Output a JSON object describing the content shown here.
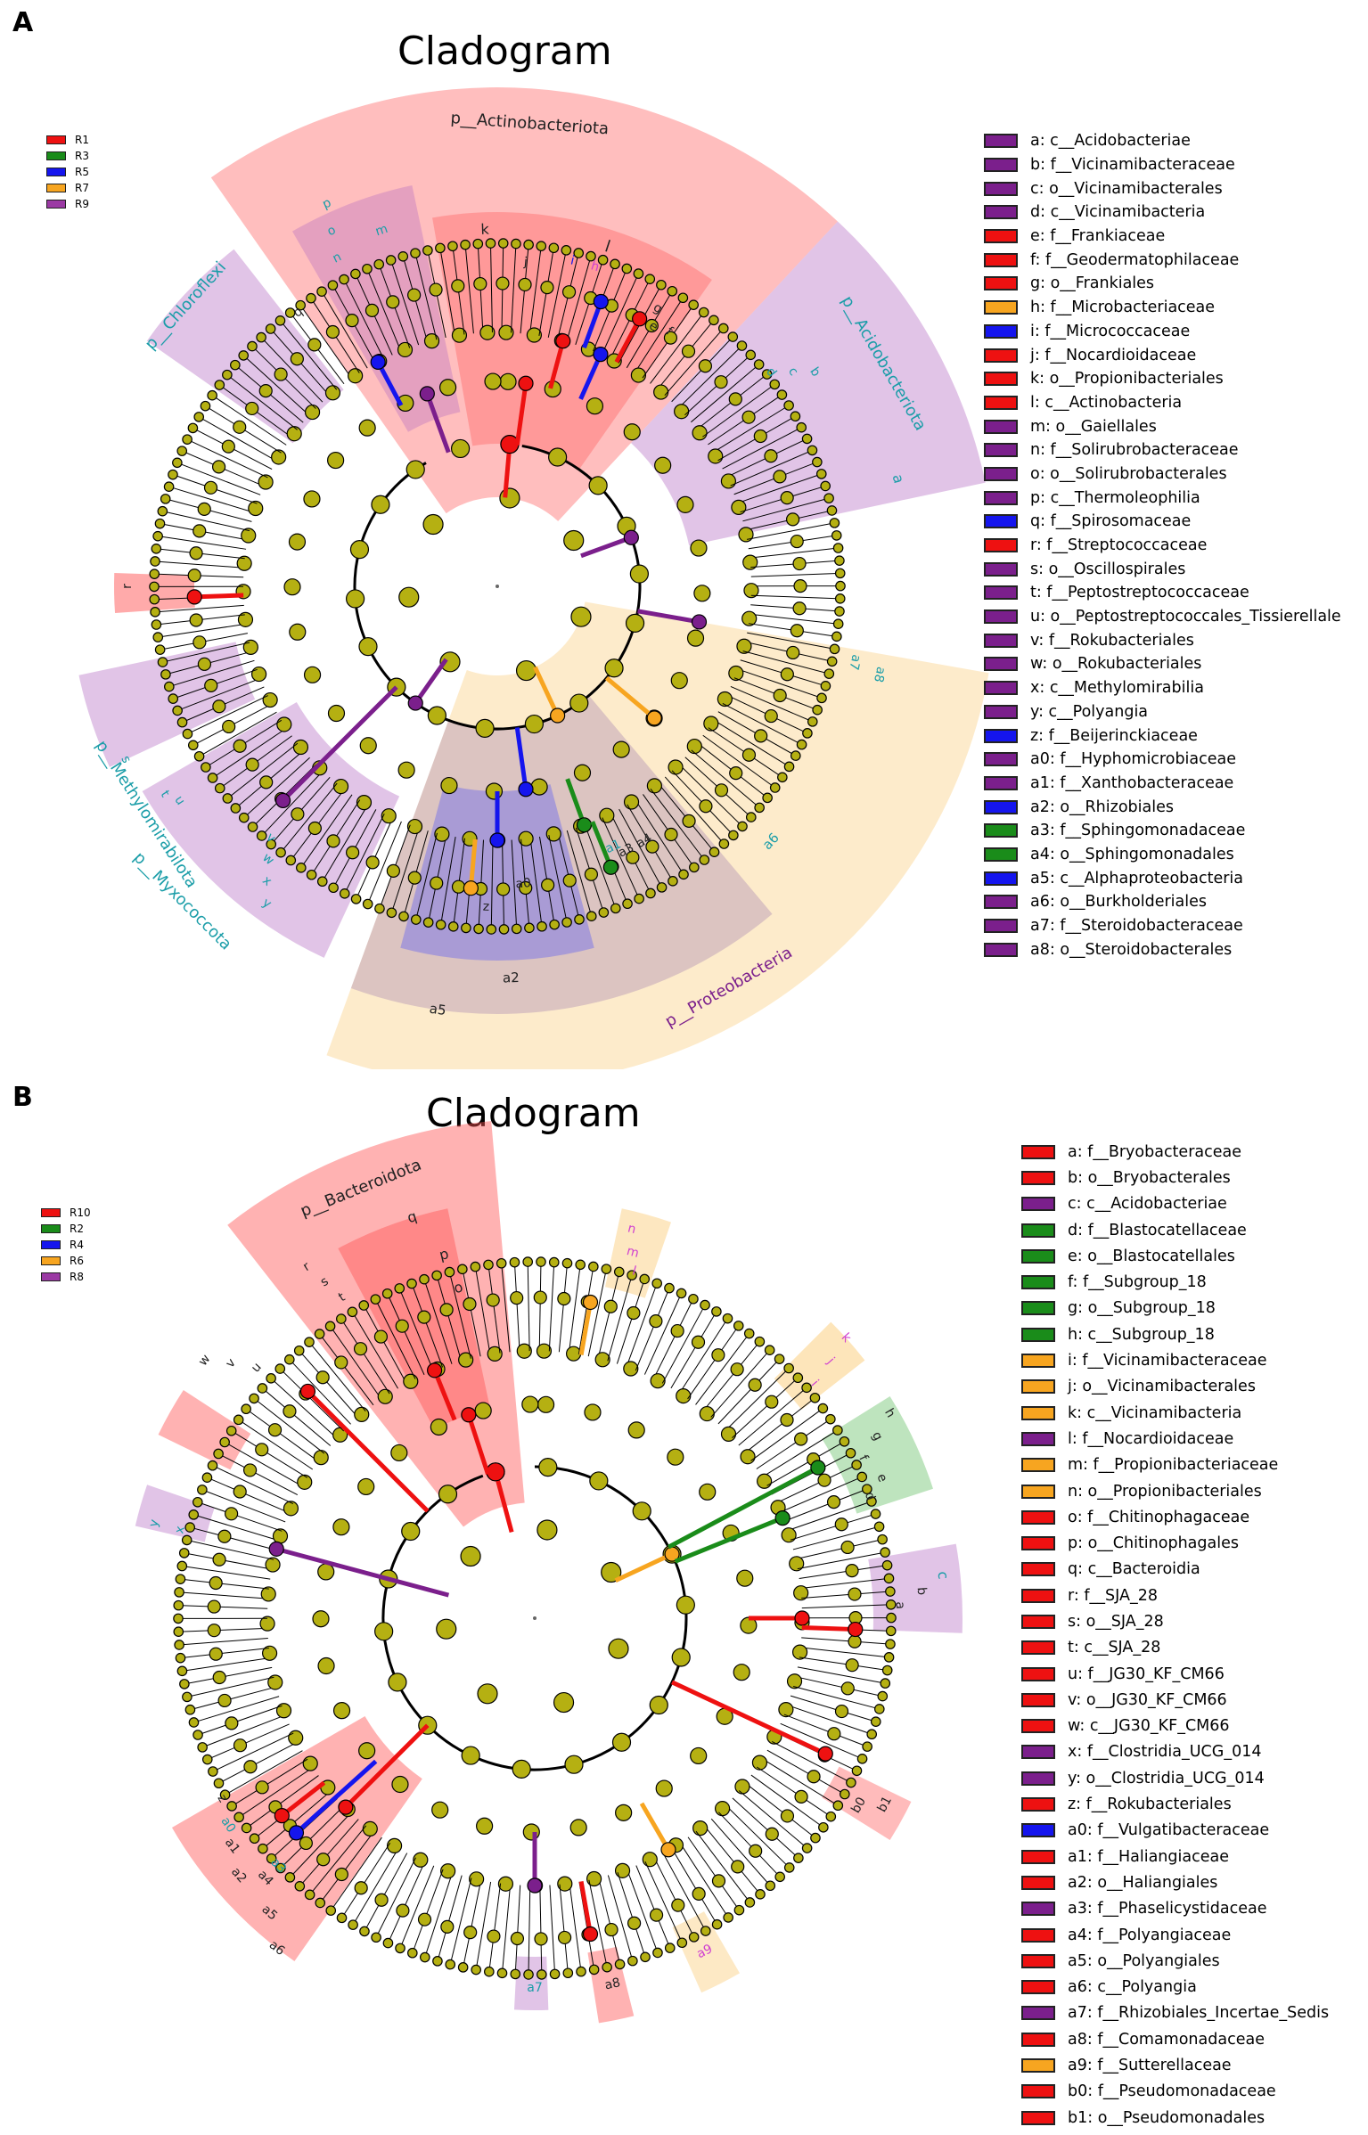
{
  "panels": [
    {
      "letter": "A",
      "title": "Cladogram",
      "group_legend": [
        {
          "label": "R1",
          "color": "#ee1111"
        },
        {
          "label": "R3",
          "color": "#1a8c1a"
        },
        {
          "label": "R5",
          "color": "#1515ee"
        },
        {
          "label": "R7",
          "color": "#f7a520"
        },
        {
          "label": "R9",
          "color": "#9b3aa4"
        }
      ],
      "taxa": [
        {
          "text": "a: c__Acidobacteriae",
          "color": "#7b1f8c"
        },
        {
          "text": "b: f__Vicinamibacteraceae",
          "color": "#7b1f8c"
        },
        {
          "text": "c: o__Vicinamibacterales",
          "color": "#7b1f8c"
        },
        {
          "text": "d: c__Vicinamibacteria",
          "color": "#7b1f8c"
        },
        {
          "text": "e: f__Frankiaceae",
          "color": "#ee1111"
        },
        {
          "text": "f: f__Geodermatophilaceae",
          "color": "#ee1111"
        },
        {
          "text": "g: o__Frankiales",
          "color": "#ee1111"
        },
        {
          "text": "h: f__Microbacteriaceae",
          "color": "#f7a520"
        },
        {
          "text": "i: f__Micrococcaceae",
          "color": "#1515ee"
        },
        {
          "text": "j: f__Nocardioidaceae",
          "color": "#ee1111"
        },
        {
          "text": "k: o__Propionibacteriales",
          "color": "#ee1111"
        },
        {
          "text": "l: c__Actinobacteria",
          "color": "#ee1111"
        },
        {
          "text": "m: o__Gaiellales",
          "color": "#7b1f8c"
        },
        {
          "text": "n: f__Solirubrobacteraceae",
          "color": "#7b1f8c"
        },
        {
          "text": "o: o__Solirubrobacterales",
          "color": "#7b1f8c"
        },
        {
          "text": "p: c__Thermoleophilia",
          "color": "#7b1f8c"
        },
        {
          "text": "q: f__Spirosomaceae",
          "color": "#1515ee"
        },
        {
          "text": "r: f__Streptococcaceae",
          "color": "#ee1111"
        },
        {
          "text": "s: o__Oscillospirales",
          "color": "#7b1f8c"
        },
        {
          "text": "t: f__Peptostreptococcaceae",
          "color": "#7b1f8c"
        },
        {
          "text": "u: o__Peptostreptococcales_Tissierellale",
          "color": "#7b1f8c"
        },
        {
          "text": "v: f__Rokubacteriales",
          "color": "#7b1f8c"
        },
        {
          "text": "w: o__Rokubacteriales",
          "color": "#7b1f8c"
        },
        {
          "text": "x: c__Methylomirabilia",
          "color": "#7b1f8c"
        },
        {
          "text": "y: c__Polyangia",
          "color": "#7b1f8c"
        },
        {
          "text": "z: f__Beijerinckiaceae",
          "color": "#1515ee"
        },
        {
          "text": "a0: f__Hyphomicrobiaceae",
          "color": "#7b1f8c"
        },
        {
          "text": "a1: f__Xanthobacteraceae",
          "color": "#7b1f8c"
        },
        {
          "text": "a2: o__Rhizobiales",
          "color": "#1515ee"
        },
        {
          "text": "a3: f__Sphingomonadaceae",
          "color": "#1a8c1a"
        },
        {
          "text": "a4: o__Sphingomonadales",
          "color": "#1a8c1a"
        },
        {
          "text": "a5: c__Alphaproteobacteria",
          "color": "#1515ee"
        },
        {
          "text": "a6: o__Burkholderiales",
          "color": "#7b1f8c"
        },
        {
          "text": "a7: f__Steroidobacteraceae",
          "color": "#7b1f8c"
        },
        {
          "text": "a8: o__Steroidobacterales",
          "color": "#7b1f8c"
        }
      ],
      "clade_labels": [
        "p__Actinobacteriota",
        "p__Chloroflexi",
        "p__Acidobacteriota",
        "p__Proteobacteria",
        "p__Myxococcota",
        "p__Methylomirabilota",
        "k",
        "l",
        "j",
        "i",
        "h",
        "g",
        "f",
        "e",
        "p",
        "o",
        "n",
        "m",
        "q",
        "r",
        "a",
        "b",
        "c",
        "d",
        "a7",
        "a8",
        "a6",
        "a4",
        "a3",
        "a1",
        "a2",
        "a5",
        "a0",
        "z",
        "s",
        "t",
        "u",
        "v",
        "w",
        "x",
        "y"
      ]
    },
    {
      "letter": "B",
      "title": "Cladogram",
      "group_legend": [
        {
          "label": "R10",
          "color": "#ee1111"
        },
        {
          "label": "R2",
          "color": "#1a8c1a"
        },
        {
          "label": "R4",
          "color": "#1515ee"
        },
        {
          "label": "R6",
          "color": "#f7a520"
        },
        {
          "label": "R8",
          "color": "#9b3aa4"
        }
      ],
      "taxa": [
        {
          "text": "a: f__Bryobacteraceae",
          "color": "#ee1111"
        },
        {
          "text": "b: o__Bryobacterales",
          "color": "#ee1111"
        },
        {
          "text": "c: c__Acidobacteriae",
          "color": "#7b1f8c"
        },
        {
          "text": "d: f__Blastocatellaceae",
          "color": "#1a8c1a"
        },
        {
          "text": "e: o__Blastocatellales",
          "color": "#1a8c1a"
        },
        {
          "text": "f: f__Subgroup_18",
          "color": "#1a8c1a"
        },
        {
          "text": "g: o__Subgroup_18",
          "color": "#1a8c1a"
        },
        {
          "text": "h: c__Subgroup_18",
          "color": "#1a8c1a"
        },
        {
          "text": "i: f__Vicinamibacteraceae",
          "color": "#f7a520"
        },
        {
          "text": "j: o__Vicinamibacterales",
          "color": "#f7a520"
        },
        {
          "text": "k: c__Vicinamibacteria",
          "color": "#f7a520"
        },
        {
          "text": "l: f__Nocardioidaceae",
          "color": "#7b1f8c"
        },
        {
          "text": "m: f__Propionibacteriaceae",
          "color": "#f7a520"
        },
        {
          "text": "n: o__Propionibacteriales",
          "color": "#f7a520"
        },
        {
          "text": "o: f__Chitinophagaceae",
          "color": "#ee1111"
        },
        {
          "text": "p: o__Chitinophagales",
          "color": "#ee1111"
        },
        {
          "text": "q: c__Bacteroidia",
          "color": "#ee1111"
        },
        {
          "text": "r: f__SJA_28",
          "color": "#ee1111"
        },
        {
          "text": "s: o__SJA_28",
          "color": "#ee1111"
        },
        {
          "text": "t: c__SJA_28",
          "color": "#ee1111"
        },
        {
          "text": "u: f__JG30_KF_CM66",
          "color": "#ee1111"
        },
        {
          "text": "v: o__JG30_KF_CM66",
          "color": "#ee1111"
        },
        {
          "text": "w: c__JG30_KF_CM66",
          "color": "#ee1111"
        },
        {
          "text": "x: f__Clostridia_UCG_014",
          "color": "#7b1f8c"
        },
        {
          "text": "y: o__Clostridia_UCG_014",
          "color": "#7b1f8c"
        },
        {
          "text": "z: f__Rokubacteriales",
          "color": "#ee1111"
        },
        {
          "text": "a0: f__Vulgatibacteraceae",
          "color": "#1515ee"
        },
        {
          "text": "a1: f__Haliangiaceae",
          "color": "#ee1111"
        },
        {
          "text": "a2: o__Haliangiales",
          "color": "#ee1111"
        },
        {
          "text": "a3: f__Phaselicystidaceae",
          "color": "#7b1f8c"
        },
        {
          "text": "a4: f__Polyangiaceae",
          "color": "#ee1111"
        },
        {
          "text": "a5: o__Polyangiales",
          "color": "#ee1111"
        },
        {
          "text": "a6: c__Polyangia",
          "color": "#ee1111"
        },
        {
          "text": "a7: f__Rhizobiales_Incertae_Sedis",
          "color": "#7b1f8c"
        },
        {
          "text": "a8: f__Comamonadaceae",
          "color": "#ee1111"
        },
        {
          "text": "a9: f__Sutterellaceae",
          "color": "#f7a520"
        },
        {
          "text": "b0: f__Pseudomonadaceae",
          "color": "#ee1111"
        },
        {
          "text": "b1: o__Pseudomonadales",
          "color": "#ee1111"
        }
      ],
      "clade_labels": [
        "p__Bacteroidota",
        "q",
        "p",
        "o",
        "r",
        "s",
        "t",
        "w",
        "v",
        "u",
        "n",
        "m",
        "l",
        "k",
        "j",
        "i",
        "h",
        "g",
        "f",
        "e",
        "d",
        "c",
        "b",
        "a",
        "y",
        "x",
        "z",
        "a0",
        "a1",
        "a2",
        "a3",
        "a4",
        "a5",
        "a6",
        "a7",
        "a8",
        "a9",
        "b0",
        "b1"
      ]
    }
  ]
}
